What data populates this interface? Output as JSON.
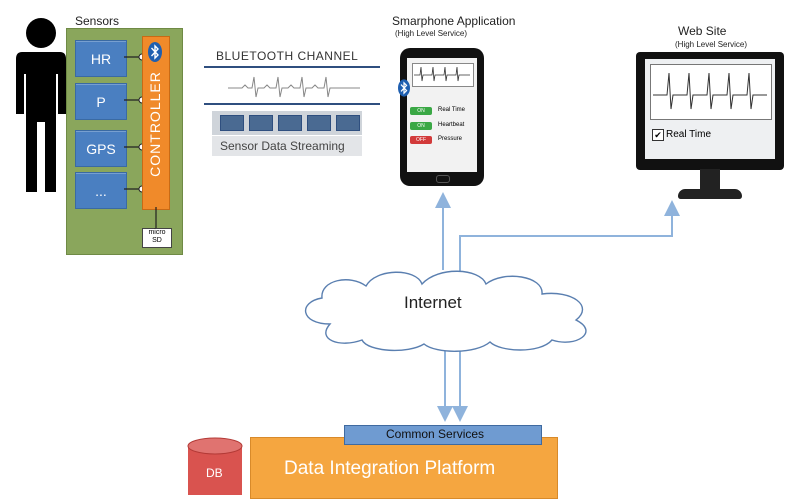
{
  "sensors": {
    "title": "Sensors",
    "items": [
      "HR",
      "P",
      "GPS",
      "..."
    ],
    "controller_label": "CONTROLLER",
    "microsd_label": "micro SD"
  },
  "bluetooth": {
    "channel_label": "BLUETOOTH CHANNEL",
    "streaming_label": "Sensor Data Streaming"
  },
  "smartphone": {
    "title": "Smarphone Application",
    "subtitle": "(High Level Service)",
    "toggles": [
      {
        "state": "ON",
        "label": "Real Time",
        "color": "#3aa845"
      },
      {
        "state": "ON",
        "label": "Heartbeat",
        "color": "#3aa845"
      },
      {
        "state": "OFF",
        "label": "Pressure",
        "color": "#d23a3a"
      }
    ]
  },
  "website": {
    "title": "Web Site",
    "subtitle": "(High Level Service)",
    "checkbox_label": "Real Time",
    "checkbox_checked": true
  },
  "cloud": {
    "label": "Internet"
  },
  "platform": {
    "label": "Data Integration Platform",
    "services_label": "Common Services",
    "db_label": "DB"
  },
  "colors": {
    "sensor_panel": "#8aa65c",
    "controller": "#f08a2a",
    "sensor_box": "#4a7fc1",
    "arrow": "#8fb3dc",
    "platform": "#f5a640",
    "db": "#d9534f",
    "services": "#6f9bd1"
  }
}
